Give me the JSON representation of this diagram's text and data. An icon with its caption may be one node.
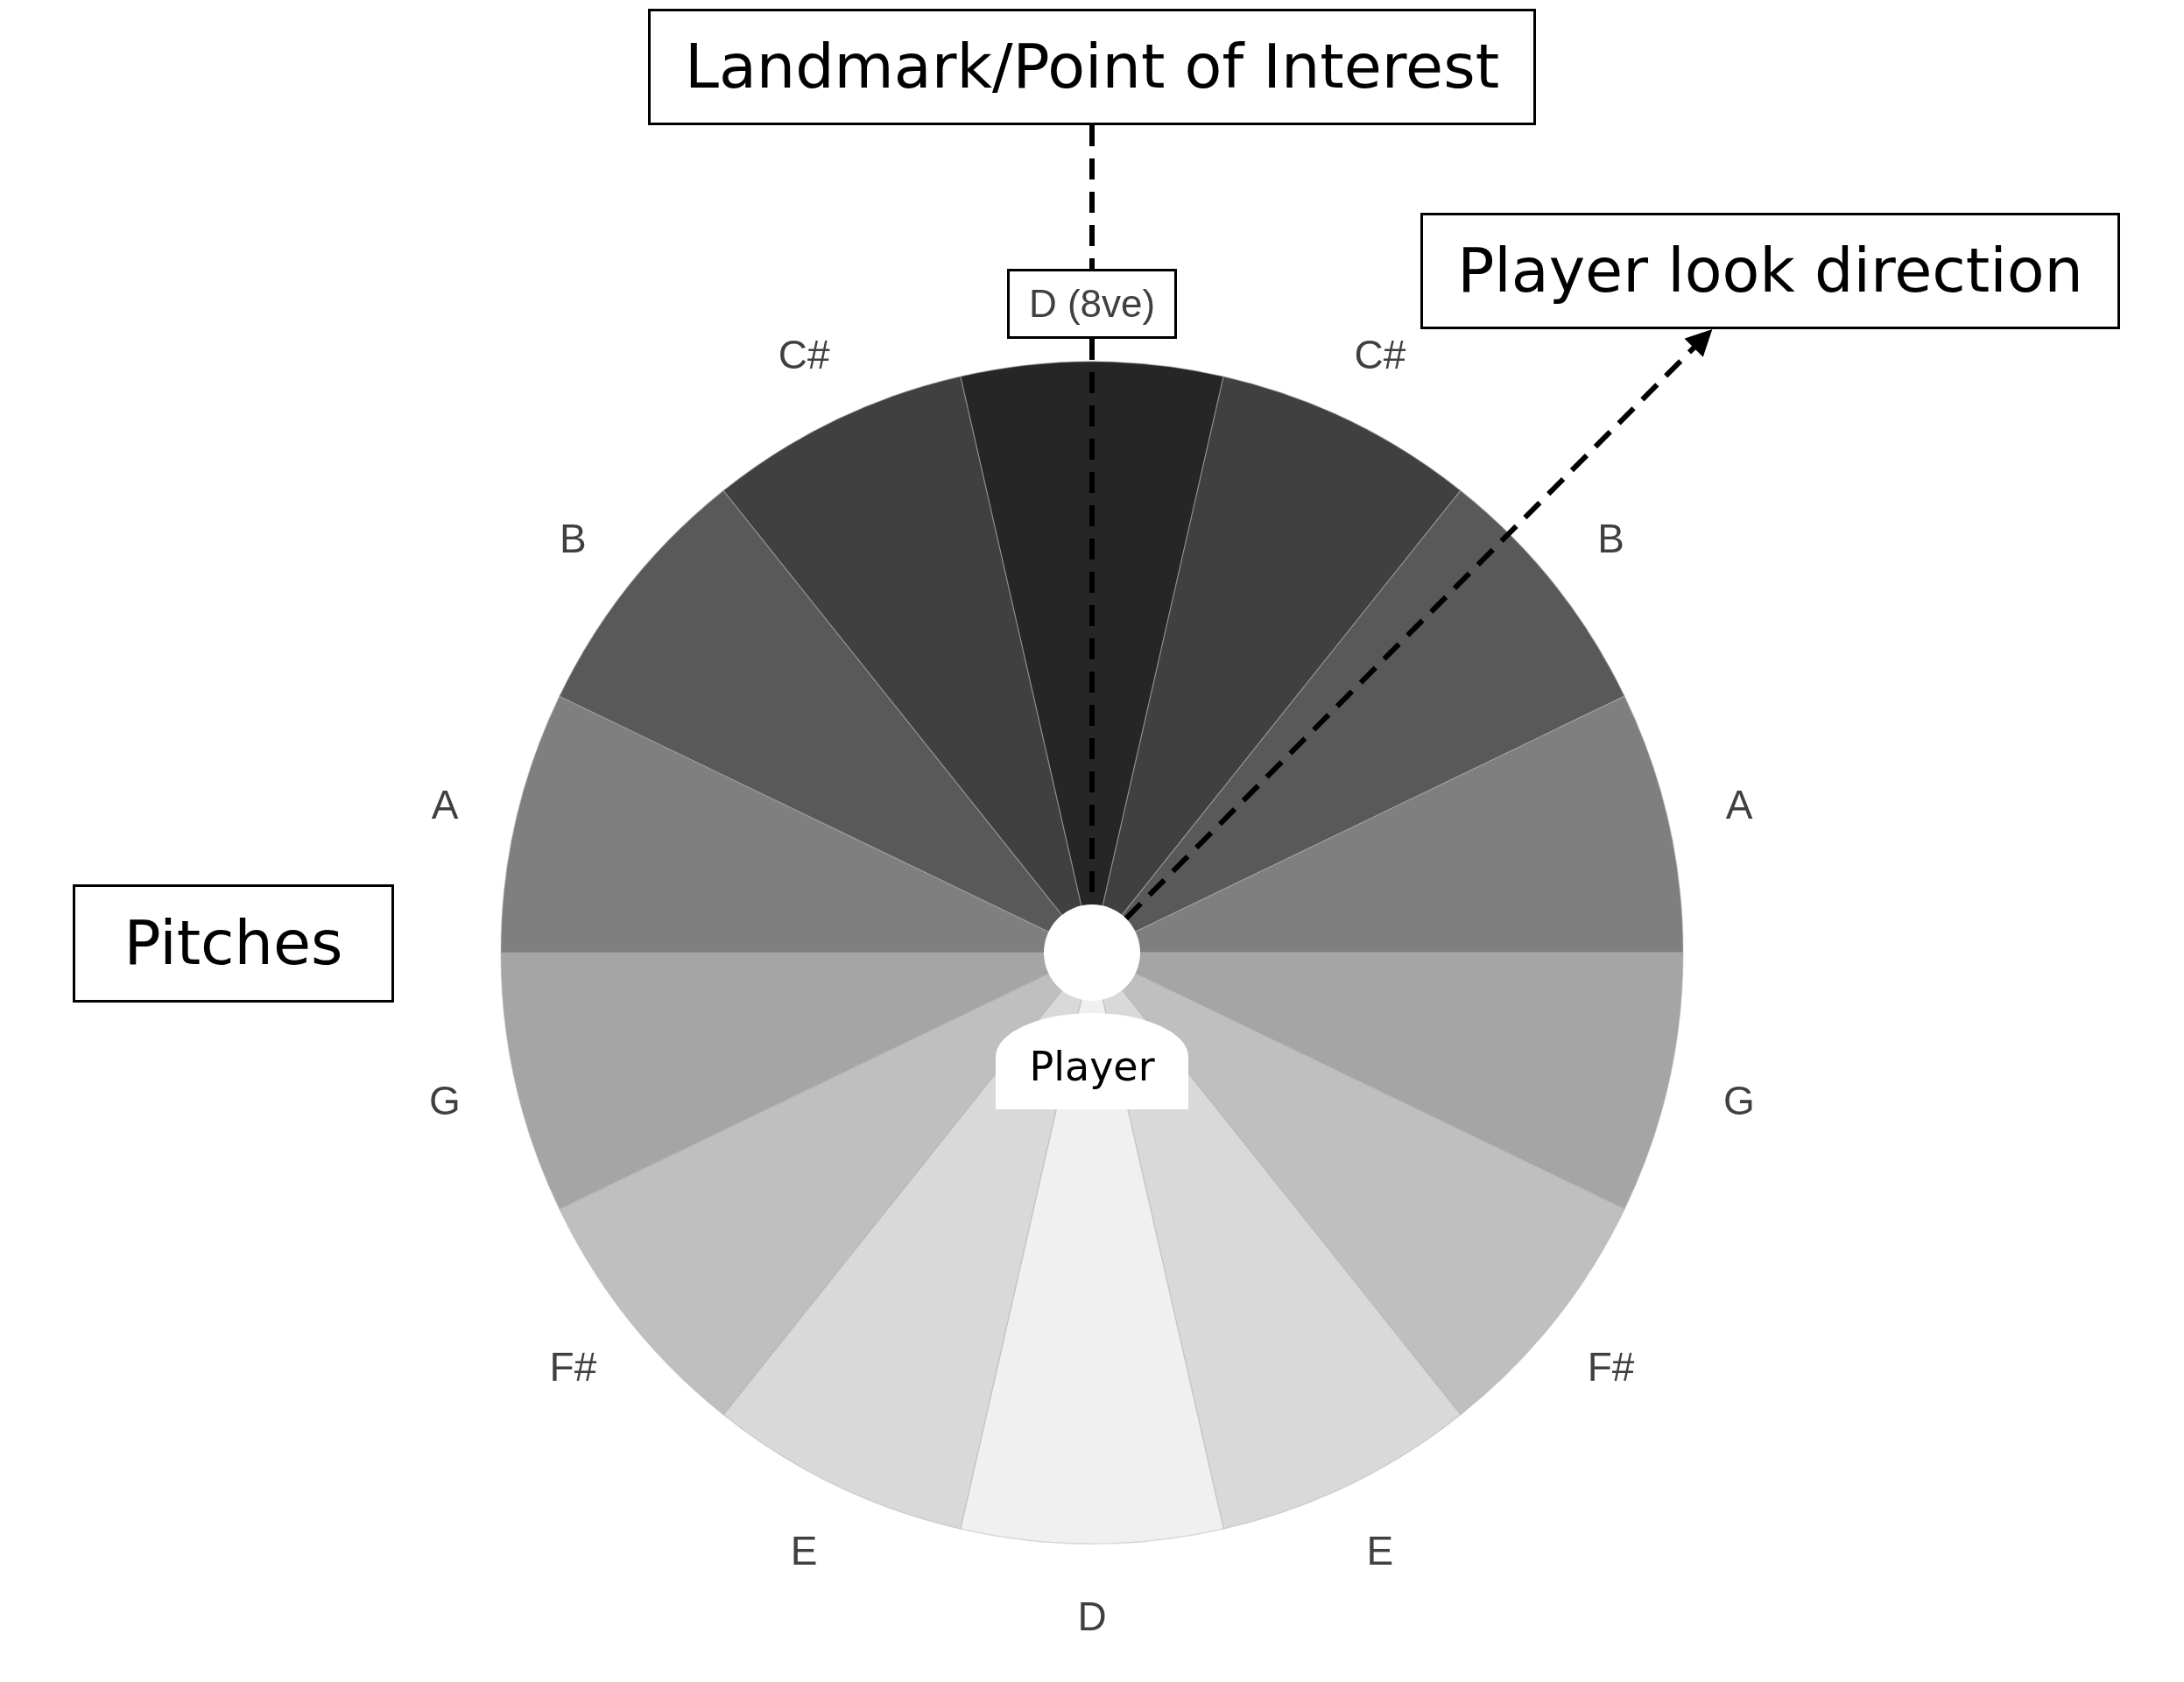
{
  "diagram": {
    "nodes": [
      {
        "text": [
          "Landmark/Point of Interest"
        ]
      },
      {
        "text": [
          "Player look direction"
        ]
      },
      {
        "text": [
          "D (8ve)"
        ]
      },
      {
        "text": [
          "Pitches"
        ]
      },
      {
        "text": [],
        "shape": "circle"
      },
      {
        "text": [
          "Player"
        ]
      }
    ],
    "edges": [
      {
        "from": 0,
        "to": 2,
        "arrow": "none",
        "style": "dashed"
      },
      {
        "from": 2,
        "to": 4,
        "arrow": "none",
        "style": "dashed"
      },
      {
        "from": 4,
        "to": 1,
        "arrow": "to",
        "style": "dashed"
      }
    ],
    "labels": [
      "C#",
      "C#",
      "B",
      "B",
      "A",
      "A",
      "G",
      "G",
      "F#",
      "F#",
      "E",
      "E",
      "D"
    ]
  }
}
